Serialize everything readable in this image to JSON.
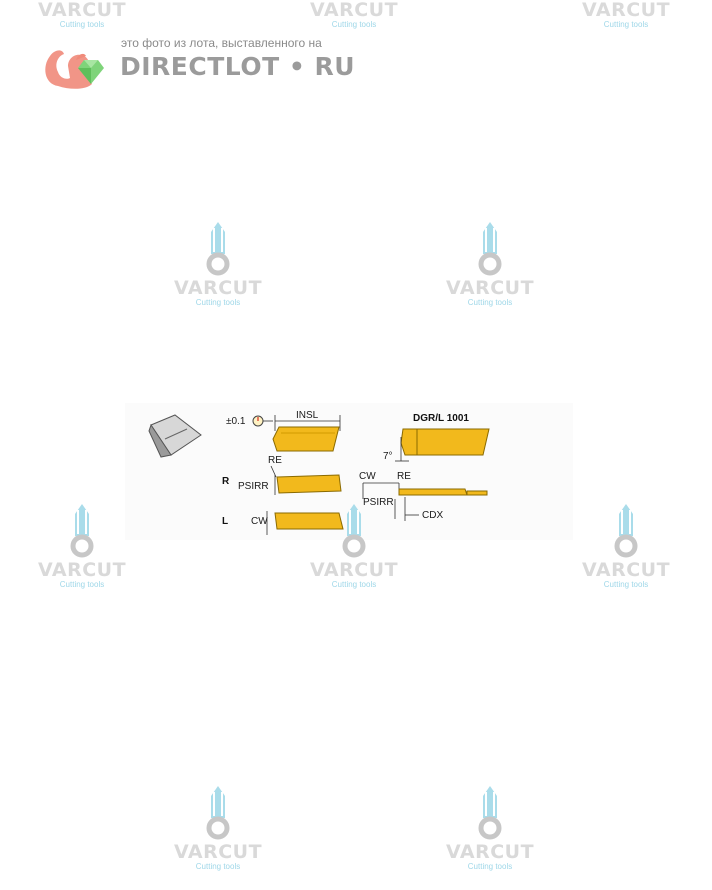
{
  "brand": {
    "caption": "это фото из лота, выставленного на",
    "name": "DIRECTLOT • RU"
  },
  "watermark": {
    "name": "VARCUT",
    "subtitle": "Cutting tools"
  },
  "diagram": {
    "tolerance": "±0.1",
    "insl": "INSL",
    "title": "DGR/L 1001",
    "re_left": "RE",
    "psirr_left": "PSIRR",
    "r_label": "R",
    "l_label": "L",
    "cw_left": "CW",
    "angle": "7°",
    "cw_right": "CW",
    "re_right": "RE",
    "psirr_right": "PSIRR",
    "cdx": "CDX"
  },
  "colors": {
    "insert_gold": "#f2b91c",
    "watermark_gray": "#d9d9d9",
    "watermark_blue": "#a9dcea",
    "brand_squirrel": "#f08a7a",
    "brand_gem": "#7fd47a"
  }
}
